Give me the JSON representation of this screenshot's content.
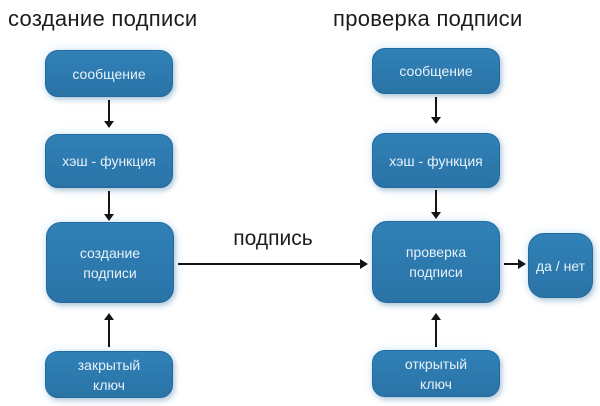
{
  "titles": {
    "left": "создание подписи",
    "right": "проверка подписи"
  },
  "nodes": {
    "message_left": "сообщение",
    "hash_left": "хэш - функция",
    "sign_line1": "создание",
    "sign_line2": "подписи",
    "private_key_line1": "закрытый",
    "private_key_line2": "ключ",
    "message_right": "сообщение",
    "hash_right": "хэш - функция",
    "verify_line1": "проверка",
    "verify_line2": "подписи",
    "public_key_line1": "открытый",
    "public_key_line2": "ключ",
    "result": "да / нет"
  },
  "edge_labels": {
    "signature": "подпись"
  },
  "colors": {
    "background": "#ffffff",
    "node_fill_top": "#3081b7",
    "node_fill_bottom": "#2a73a7",
    "node_border": "#24689c",
    "node_text": "#e7f1f9",
    "arrow": "#141414",
    "title_text": "#1c1c1c"
  }
}
